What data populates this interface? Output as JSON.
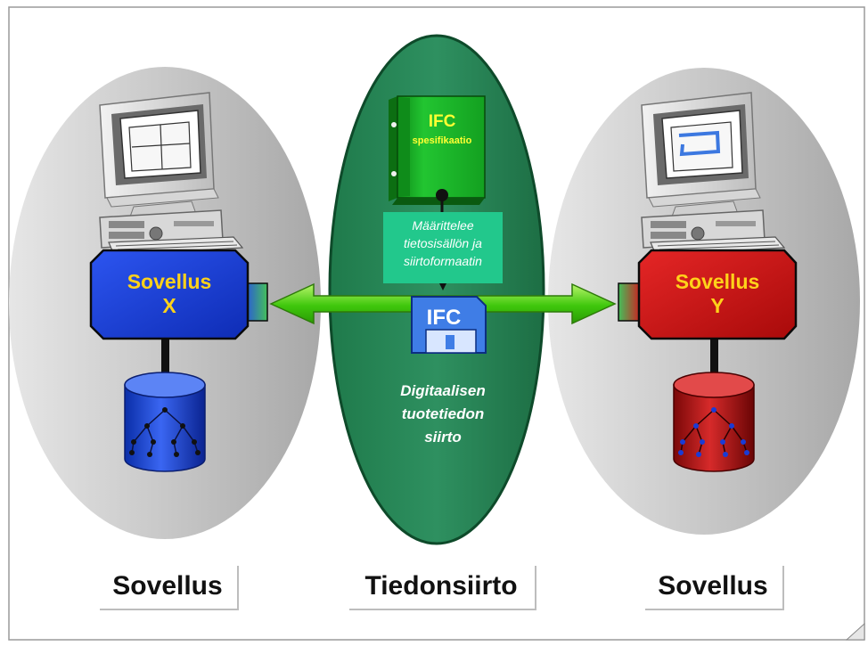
{
  "spec_binder": {
    "line1": "IFC",
    "line2": "spesifikaatio"
  },
  "defines_box": {
    "line1": "Määrittelee",
    "line2": "tietosisällön ja",
    "line3": "siirtoformaatin"
  },
  "disk_label": "IFC",
  "transfer_caption": {
    "line1": "Digitaalisen",
    "line2": "tuotetiedon",
    "line3": "siirto"
  },
  "app_x": {
    "line1": "Sovellus",
    "line2": "X"
  },
  "app_y": {
    "line1": "Sovellus",
    "line2": "Y"
  },
  "bottom_labels": {
    "left": "Sovellus",
    "center": "Tiedonsiirto",
    "right": "Sovellus"
  },
  "colors": {
    "app_x_blue": "#1a3dd6",
    "app_y_red": "#cc1111",
    "center_green": "#2e8f5c",
    "arrow_green": "#44cc11",
    "app_label_yellow": "#ffd21a",
    "side_gray": "#c4c4c4"
  }
}
